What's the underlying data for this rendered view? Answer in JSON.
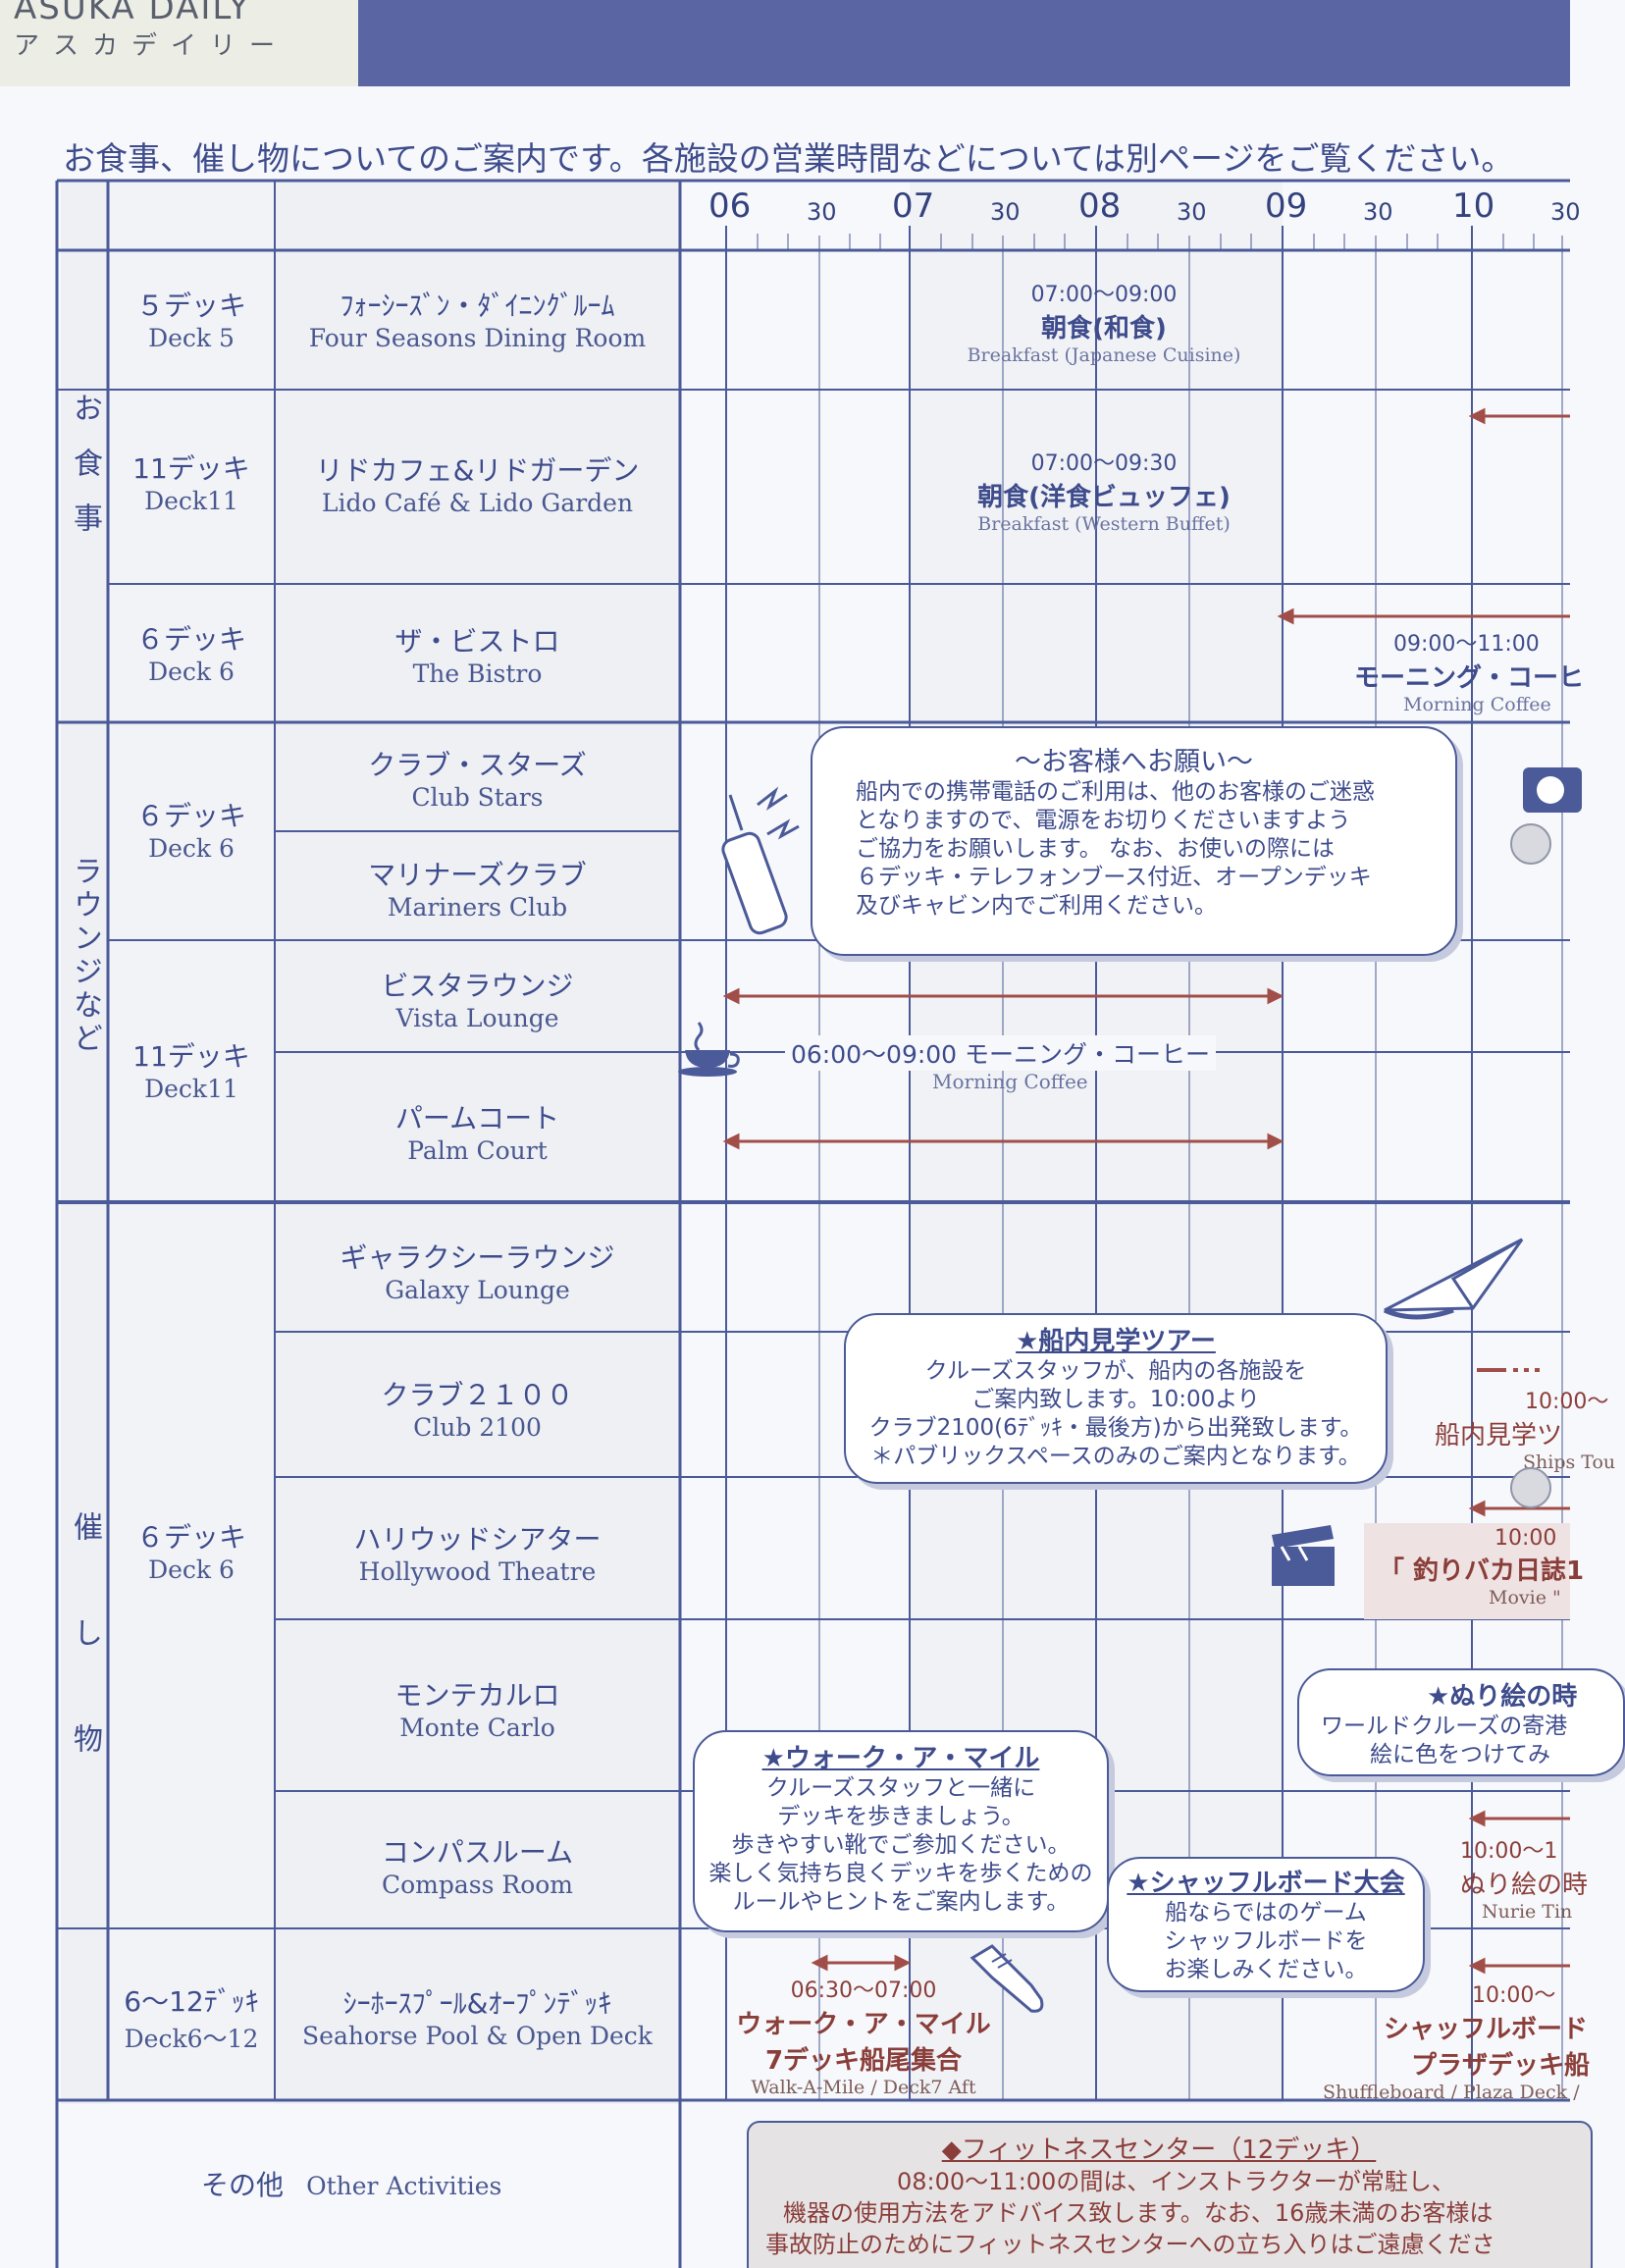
{
  "header": {
    "brand_en": "ASUKA DAILY",
    "brand_ja": "アスカデイリー"
  },
  "intro": "お食事、催し物についてのご案内です。各施設の営業時間などについては別ページをご覧ください。",
  "timeline": {
    "hours": [
      "06",
      "07",
      "08",
      "09",
      "10"
    ],
    "half": "30"
  },
  "categories": {
    "dining": "お食事",
    "lounges": "ラウンジなど",
    "events": "催し物"
  },
  "rows": {
    "four_seasons": {
      "deck_ja": "５デッキ",
      "deck_en": "Deck 5",
      "venue_ja": "ﾌｫｰｼｰｽﾞﾝ・ﾀﾞｲﾆﾝｸﾞﾙｰﾑ",
      "venue_en": "Four Seasons Dining Room"
    },
    "lido": {
      "deck_ja": "11デッキ",
      "deck_en": "Deck11",
      "venue_ja": "リドカフェ&リドガーデン",
      "venue_en": "Lido Café & Lido Garden"
    },
    "bistro": {
      "deck_ja": "６デッキ",
      "deck_en": "Deck 6",
      "venue_ja": "ザ・ビストロ",
      "venue_en": "The Bistro"
    },
    "club_stars": {
      "venue_ja": "クラブ・スターズ",
      "venue_en": "Club Stars"
    },
    "mariners": {
      "venue_ja": "マリナーズクラブ",
      "venue_en": "Mariners Club"
    },
    "lounge_deck6": {
      "deck_ja": "６デッキ",
      "deck_en": "Deck 6"
    },
    "vista": {
      "venue_ja": "ビスタラウンジ",
      "venue_en": "Vista Lounge"
    },
    "palm": {
      "venue_ja": "パームコート",
      "venue_en": "Palm Court"
    },
    "lounge_deck11": {
      "deck_ja": "11デッキ",
      "deck_en": "Deck11"
    },
    "galaxy": {
      "venue_ja": "ギャラクシーラウンジ",
      "venue_en": "Galaxy Lounge"
    },
    "club2100": {
      "venue_ja": "クラブ２１００",
      "venue_en": "Club 2100"
    },
    "hollywood": {
      "venue_ja": "ハリウッドシアター",
      "venue_en": "Hollywood Theatre"
    },
    "monte": {
      "venue_ja": "モンテカルロ",
      "venue_en": "Monte Carlo"
    },
    "compass": {
      "venue_ja": "コンパスルーム",
      "venue_en": "Compass Room"
    },
    "events_deck6": {
      "deck_ja": "６デッキ",
      "deck_en": "Deck 6"
    },
    "seahorse": {
      "deck_ja": "6〜12ﾃﾞｯｷ",
      "deck_en": "Deck6〜12",
      "venue_ja": "ｼｰﾎｰｽﾌﾟｰﾙ&ｵｰﾌﾟﾝﾃﾞｯｷ",
      "venue_en": "Seahorse Pool & Open Deck"
    },
    "other": {
      "label_ja": "その他",
      "label_en": "Other Activities"
    }
  },
  "events": {
    "breakfast_jp": {
      "time": "07:00〜09:00",
      "ja": "朝食(和食)",
      "en": "Breakfast (Japanese Cuisine)"
    },
    "breakfast_west": {
      "time": "07:00〜09:30",
      "ja": "朝食(洋食ビュッフェ)",
      "en": "Breakfast (Western Buffet)"
    },
    "bistro_coffee": {
      "time": "09:00〜11:00",
      "ja": "モーニング・コーヒ",
      "en": "Morning Coffee"
    },
    "morning_coffee": {
      "text": "06:00〜09:00 モーニング・コーヒー",
      "en": "Morning Coffee"
    },
    "walk_mile": {
      "time": "06:30〜07:00",
      "ja1": "ウォーク・ア・マイル",
      "ja2": "7デッキ船尾集合",
      "en": "Walk-A-Mile / Deck7 Aft"
    },
    "ship_tour_right": {
      "time": "10:00〜",
      "ja": "船内見学ツ",
      "en": "Ships Tou"
    },
    "movie_right": {
      "time": "10:00",
      "ja": "「 釣りバカ日誌1",
      "en": "Movie \""
    },
    "nurie_right": {
      "time": "10:00〜1",
      "ja": "ぬり絵の時",
      "en": "Nurie Tin"
    },
    "shuffle_right": {
      "time": "10:00〜",
      "ja1": "シャッフルボード",
      "ja2": "プラザデッキ船",
      "en": "Shuffleboard / Plaza Deck /"
    }
  },
  "bubbles": {
    "request": {
      "title": "〜お客様へお願い〜",
      "lines": [
        "船内での携帯電話のご利用は、他のお客様のご迷惑",
        "となりますので、電源をお切りくださいますよう",
        "ご協力をお願いします。 なお、お使いの際には",
        "６デッキ・テレフォンブース付近、オープンデッキ",
        "及びキャビン内でご利用ください。"
      ]
    },
    "tour": {
      "title": "★船内見学ツアー",
      "lines": [
        "クルーズスタッフが、船内の各施設を",
        "ご案内致します。10:00より",
        "クラブ2100(6ﾃﾞｯｷ・最後方)から出発致します。",
        "＊パブリックスペースのみのご案内となります。"
      ]
    },
    "nurie": {
      "title": "★ぬり絵の時",
      "lines": [
        "ワールドクルーズの寄港",
        "絵に色をつけてみ"
      ]
    },
    "walk": {
      "title": "★ウォーク・ア・マイル",
      "lines": [
        "クルーズスタッフと一緒に",
        "デッキを歩きましょう。",
        "歩きやすい靴でご参加ください。",
        "楽しく気持ち良くデッキを歩くための",
        "ルールやヒントをご案内します。"
      ]
    },
    "shuffle": {
      "title": "★シャッフルボード大会",
      "lines": [
        "船ならではのゲーム",
        "シャッフルボードを",
        "お楽しみください。"
      ]
    },
    "fitness": {
      "title": "◆フィットネスセンター（12デッキ）",
      "lines": [
        "08:00〜11:00の間は、インストラクターが常駐し、",
        "機器の使用方法をアドバイス致します。なお、16歳未満のお客様は",
        "事故防止のためにフィットネスセンターへの立ち入りはご遠慮くださ"
      ]
    }
  },
  "colors": {
    "ink": "#3e4c8c",
    "band": "#5a66a3",
    "arrow": "#a24e48",
    "paper": "#f7f8fb"
  }
}
